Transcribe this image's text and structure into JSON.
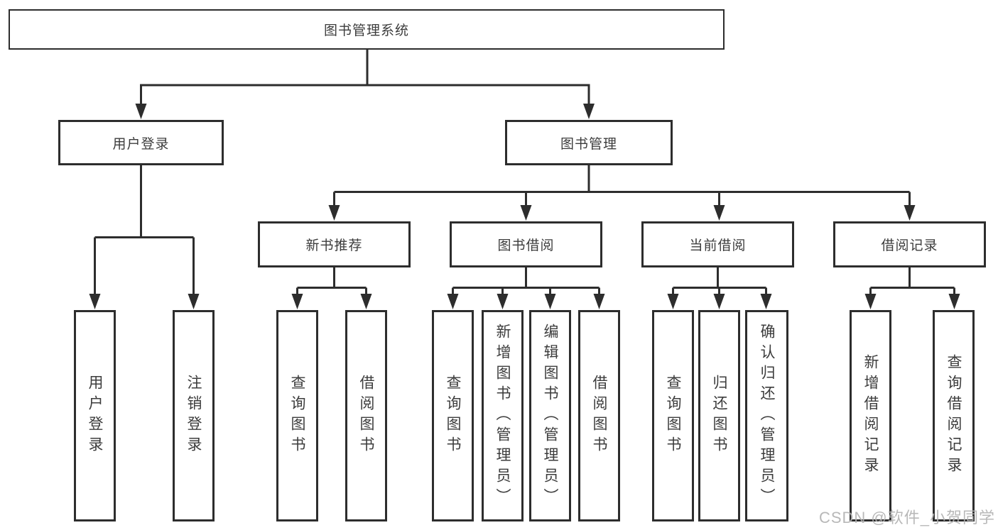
{
  "diagram": {
    "root": {
      "label": "图书管理系统"
    },
    "level2": [
      {
        "label": "用户登录"
      },
      {
        "label": "图书管理"
      }
    ],
    "level3": [
      {
        "label": "新书推荐"
      },
      {
        "label": "图书借阅"
      },
      {
        "label": "当前借阅"
      },
      {
        "label": "借阅记录"
      }
    ],
    "leaves": {
      "login": [
        {
          "label": "用户登录"
        },
        {
          "label": "注销登录"
        }
      ],
      "recommend": [
        {
          "label": "查询图书"
        },
        {
          "label": "借阅图书"
        }
      ],
      "borrow": [
        {
          "label": "查询图书"
        },
        {
          "label": "新增图书（管理员）"
        },
        {
          "label": "编辑图书（管理员）"
        },
        {
          "label": "借阅图书"
        }
      ],
      "current": [
        {
          "label": "查询图书"
        },
        {
          "label": "归还图书"
        },
        {
          "label": "确认归还（管理员）"
        }
      ],
      "records": [
        {
          "label": "新增借阅记录"
        },
        {
          "label": "查询借阅记录"
        }
      ]
    },
    "watermark": "CSDN @软件_小贺同学",
    "colors": {
      "line": "#2d2d2d",
      "box_border": "#2d2d2d",
      "text": "#3c3c3c",
      "watermark": "#b2b2b2",
      "background": "#ffffff"
    }
  }
}
